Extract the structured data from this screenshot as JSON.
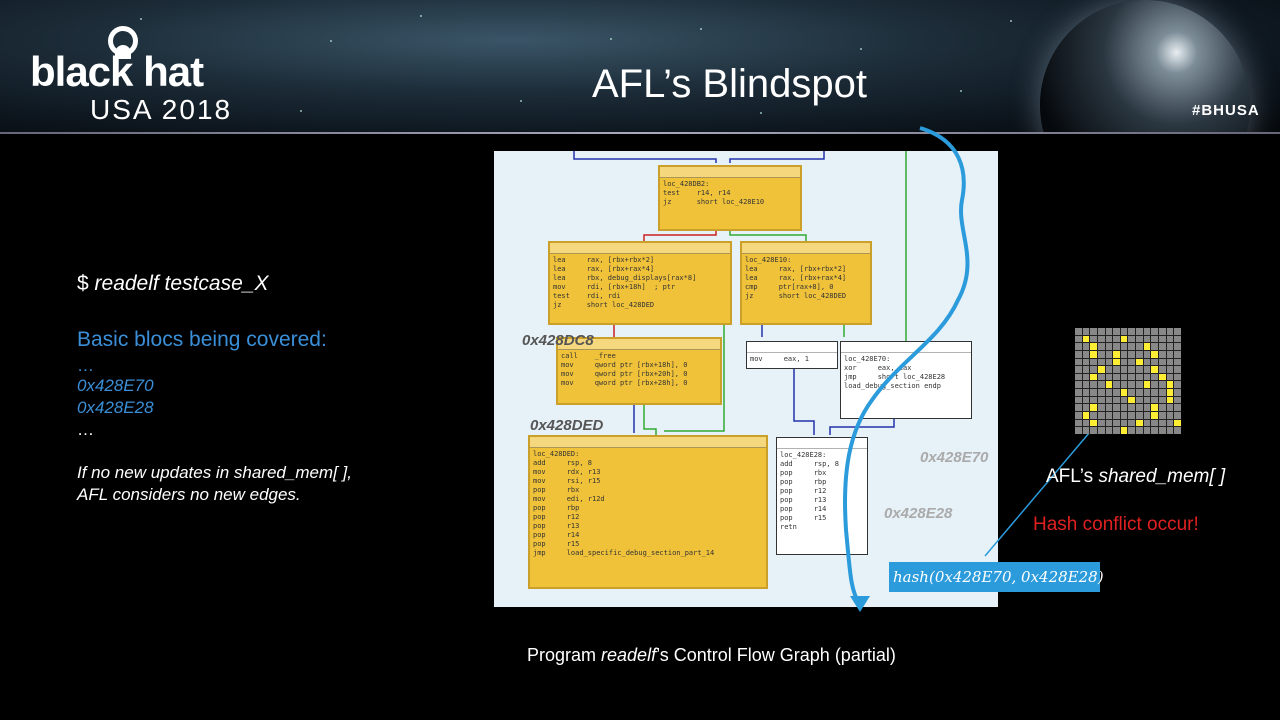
{
  "header": {
    "brand": "black hat",
    "sub": "USA 2018",
    "hashtag": "#BHUSA",
    "title": "AFL’s Blindspot"
  },
  "left": {
    "cmd_prefix": "$ ",
    "cmd_text": "readelf  testcase_X",
    "covered_heading": "Basic blocs being covered:",
    "ellipsis_top": "…",
    "blocks": [
      "0x428E70",
      "0x428E28"
    ],
    "ellipsis_bottom": "…",
    "note_line1": "If no new updates in shared_mem[ ],",
    "note_line2": "AFL considers no new edges."
  },
  "graph": {
    "addr_dc8": "0x428DC8",
    "addr_ded": "0x428DED",
    "addr_e70": "0x428E70",
    "addr_e28": "0x428E28",
    "hash_text": "hash(0x428E70, 0x428E28)",
    "nodes": {
      "n1": "loc_428DB2:\ntest    r14, r14\njz      short loc_428E10",
      "n2": "lea     rax, [rbx+rbx*2]\nlea     rax, [rbx+rax*4]\nlea     rbx, debug_displays[rax*8]\nmov     rdi, [rbx+18h]  ; ptr\ntest    rdi, rdi\njz      short loc_428DED",
      "n3": "loc_428E10:\nlea     rax, [rbx+rbx*2]\nlea     rax, [rbx+rax*4]\ncmp     ptr[rax+8], 0\njz      short loc_428DED",
      "n4": "call    _free\nmov     qword ptr [rbx+18h], 0\nmov     qword ptr [rbx+20h], 0\nmov     qword ptr [rbx+28h], 0",
      "n5": "mov     eax, 1",
      "n6": "loc_428E70:\nxor     eax, eax\njmp     short loc_428E28\nload_debug_section endp",
      "n7": "loc_428DED:\nadd     rsp, 8\nmov     rdx, r13\nmov     rsi, r15\npop     rbx\nmov     edi, r12d\npop     rbp\npop     r12\npop     r13\npop     r14\npop     r15\njmp     load_specific_debug_section_part_14",
      "n8": "loc_428E28:\nadd     rsp, 8\npop     rbx\npop     rbp\npop     r12\npop     r13\npop     r14\npop     r15\nretn"
    },
    "caption_prefix": "Program ",
    "caption_italic": "readelf",
    "caption_suffix": "’s Control Flow Graph (partial)"
  },
  "shared_mem": {
    "label_prefix": "AFL’s ",
    "label_italic": "shared_mem[ ]",
    "conflict": "Hash conflict occur!",
    "lit_cells": [
      15,
      20,
      30,
      37,
      44,
      47,
      52,
      61,
      64,
      73,
      80,
      86,
      95,
      102,
      107,
      110,
      118,
      124,
      133,
      138,
      142,
      150,
      155,
      164,
      170,
      176,
      181,
      188
    ]
  },
  "colors": {
    "accent_blue": "#2b9bdc",
    "text_blue": "#3a8fd8",
    "node_yellow": "#f0c23a",
    "warning_red": "#e02020"
  }
}
